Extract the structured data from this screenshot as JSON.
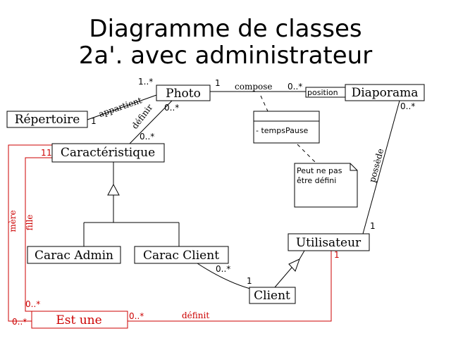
{
  "title": {
    "line1": "Diagramme de classes",
    "line2": "2a'. avec administrateur"
  },
  "classes": {
    "photo": "Photo",
    "repertoire": "Répertoire",
    "diaporama": "Diaporama",
    "caracteristique": "Caractéristique",
    "carac_admin": "Carac Admin",
    "carac_client": "Carac Client",
    "utilisateur": "Utilisateur",
    "client": "Client",
    "est_une": "Est une"
  },
  "association_class": {
    "attribute": "- tempsPause"
  },
  "note": {
    "line1": "Peut ne pas",
    "line2": "être défini"
  },
  "associations": {
    "appartient": {
      "label": "appartient",
      "mult_photo": "1..*",
      "mult_repertoire": "1"
    },
    "compose": {
      "label": "compose",
      "mult_photo": "1",
      "mult_diaporama": "0..*",
      "qualifier": "position"
    },
    "definir": {
      "label": "définir",
      "mult_photo": "0..*",
      "mult_carac": "0..*"
    },
    "possede": {
      "label": "possède",
      "mult_diaporama": "0..*",
      "mult_utilisateur": "1"
    },
    "client_carac": {
      "mult_carac": "0..*",
      "mult_client": "1"
    },
    "mere": {
      "label": "mère",
      "mult_carac": "1",
      "mult_est_une": "0..*"
    },
    "fille": {
      "label": "fille",
      "mult_carac": "1",
      "mult_est_une": "0..*"
    },
    "definit": {
      "label": "définit",
      "mult_est_une": "0..*",
      "mult_utilisateur": "1"
    }
  },
  "colors": {
    "black": "#000000",
    "red": "#cc0000"
  }
}
